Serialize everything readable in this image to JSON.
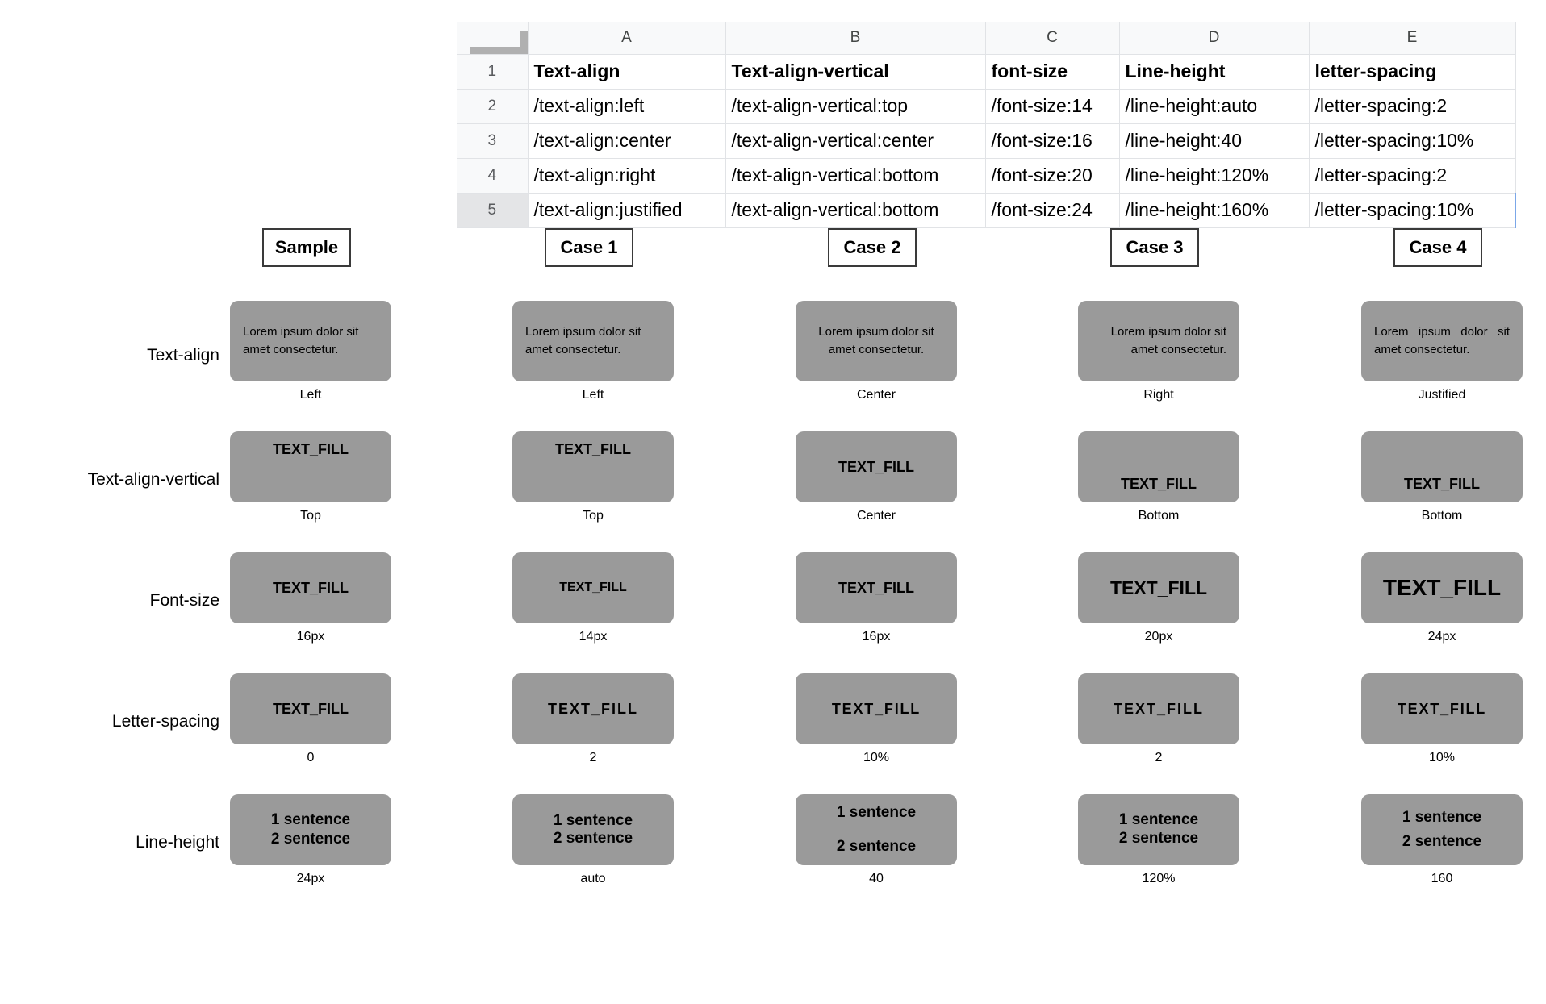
{
  "spreadsheet": {
    "column_headers": [
      "A",
      "B",
      "C",
      "D",
      "E"
    ],
    "row_numbers": [
      "1",
      "2",
      "3",
      "4",
      "5"
    ],
    "selected_row": "5",
    "selection_color": "#7ba7e8",
    "rows": [
      [
        "Text-align",
        "Text-align-vertical",
        "font-size",
        "Line-height",
        "letter-spacing"
      ],
      [
        "/text-align:left",
        "/text-align-vertical:top",
        "/font-size:14",
        "/line-height:auto",
        "/letter-spacing:2"
      ],
      [
        "/text-align:center",
        "/text-align-vertical:center",
        "/font-size:16",
        "/line-height:40",
        "/letter-spacing:10%"
      ],
      [
        "/text-align:right",
        "/text-align-vertical:bottom",
        "/font-size:20",
        "/line-height:120%",
        "/letter-spacing:2"
      ],
      [
        "/text-align:justified",
        "/text-align-vertical:bottom",
        "/font-size:24",
        "/line-height:160%",
        "/letter-spacing:10%"
      ]
    ]
  },
  "grid": {
    "column_titles": [
      "Sample",
      "Case 1",
      "Case 2",
      "Case 3",
      "Case 4"
    ],
    "row_titles": [
      "Text-align",
      "Text-align-vertical",
      "Font-size",
      "Letter-spacing",
      "Line-height"
    ],
    "box_color": "#9a9a9a",
    "text_align": {
      "label": "Text-align",
      "sample_text_line1": "Lorem ipsum dolor sit",
      "sample_text_line2": "amet consectetur.",
      "captions": [
        "Left",
        "Left",
        "Center",
        "Right",
        "Justified"
      ]
    },
    "text_align_vertical": {
      "label": "Text-align-vertical",
      "text": "TEXT_FILL",
      "captions": [
        "Top",
        "Top",
        "Center",
        "Bottom",
        "Bottom"
      ]
    },
    "font_size": {
      "label": "Font-size",
      "text": "TEXT_FILL",
      "captions": [
        "16px",
        "14px",
        "16px",
        "20px",
        "24px"
      ]
    },
    "letter_spacing": {
      "label": "Letter-spacing",
      "text": "TEXT_FILL",
      "captions": [
        "0",
        "2",
        "10%",
        "2",
        "10%"
      ]
    },
    "line_height": {
      "label": "Line-height",
      "line1": "1 sentence",
      "line2": "2 sentence",
      "captions": [
        "24px",
        "auto",
        "40",
        "120%",
        "160"
      ]
    }
  }
}
